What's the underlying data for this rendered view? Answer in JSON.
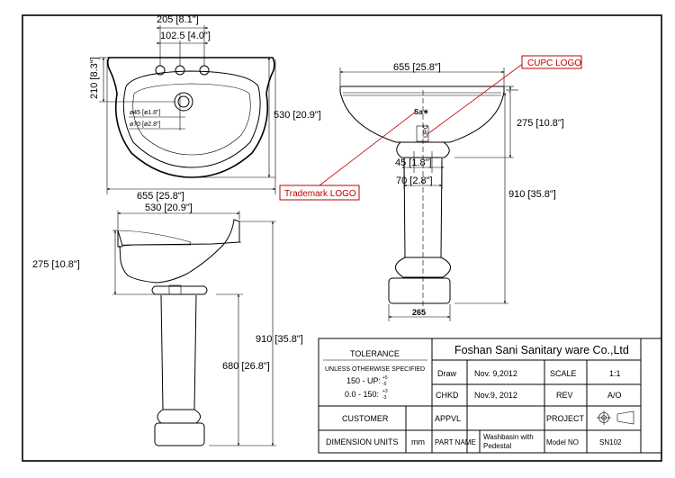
{
  "top_view": {
    "dim_205": "205 [8.1\"]",
    "dim_1025": "102.5 [4.0\"]",
    "dim_210": "210 [8.3\"]",
    "dim_530": "530 [20.9\"]",
    "dim_655": "655 [25.8\"]",
    "dim_d45": "ø45 [ø1.8\"]",
    "dim_d70": "ø70 [ø2.8\"]"
  },
  "side_view": {
    "dim_530": "530 [20.9\"]",
    "dim_275": "275 [10.8\"]",
    "dim_680": "680 [26.8\"]",
    "dim_910": "910 [35.8\"]"
  },
  "front_view": {
    "dim_655": "655 [25.8\"]",
    "dim_275": "275 [10.8\"]",
    "dim_45": "45 [1.8\"]",
    "dim_70": "70 [2.8\"]",
    "dim_910": "910 [35.8\"]",
    "dim_265": "265",
    "basin_logo": "Sa✶",
    "cupc_mark": "UPC"
  },
  "callouts": {
    "cupc": "CUPC LOGO",
    "trademark": "Trademark LOGO"
  },
  "title_block": {
    "tolerance": "TOLERANCE",
    "unless": "UNLESS OTHERWISE SPECIFIED",
    "tol_150_up": "150 - UP:",
    "tol_150_up_plus": "+5",
    "tol_150_up_minus": "-5",
    "tol_0_150": "0.0 - 150:",
    "tol_0_150_plus": "+3",
    "tol_0_150_minus": "-3",
    "company": "Foshan Sani Sanitary ware Co.,Ltd",
    "draw_label": "Draw",
    "draw_date": "Nov. 9,2012",
    "scale_label": "SCALE",
    "scale_value": "1:1",
    "chkd_label": "CHKD",
    "chkd_date": "Nov.9, 2012",
    "rev_label": "REV",
    "rev_value": "A/O",
    "customer_label": "CUSTOMER",
    "appvl_label": "APPVL",
    "project_label": "PROJECT",
    "dimension_units_label": "DIMENSION UNITS",
    "units_value": "mm",
    "part_name_label": "PART NAME",
    "part_name_line1": "Washbasin with",
    "part_name_line2": "Pedestal",
    "model_no_label": "Model NO",
    "model_no_value": "SN102"
  }
}
